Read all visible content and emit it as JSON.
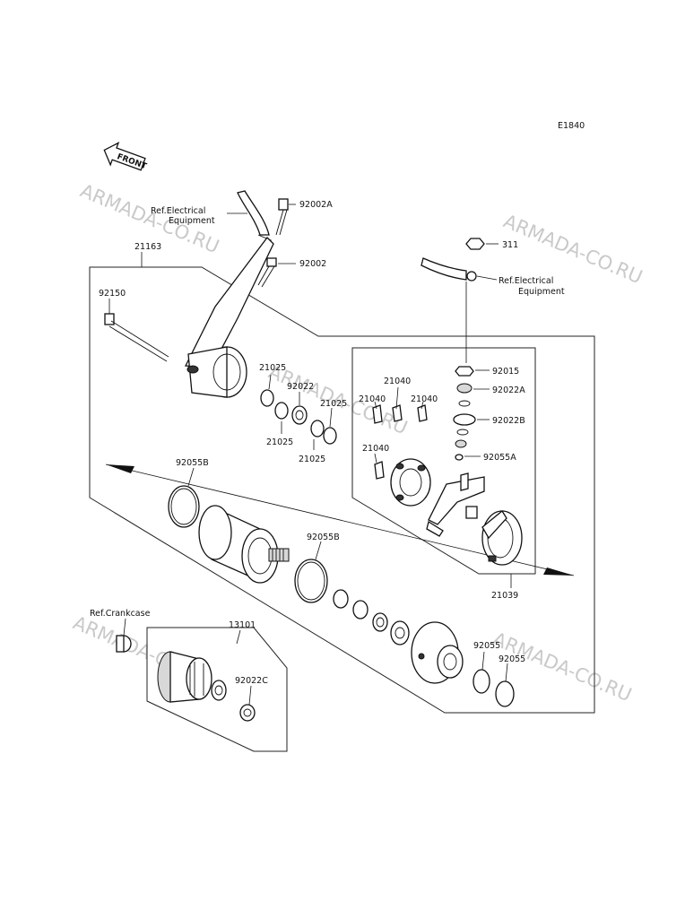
{
  "diagram": {
    "code": "E1840",
    "front_label": "FRONT",
    "watermark": "ARMADA-CO.RU",
    "labels": {
      "p21163": "21163",
      "p92002A": "92002A",
      "p92002": "92002",
      "p92150": "92150",
      "ref_elec_1a": "Ref.Electrical",
      "ref_elec_1b": "Equipment",
      "ref_elec_2a": "Ref.Electrical",
      "ref_elec_2b": "Equipment",
      "p311": "311",
      "p92015": "92015",
      "p92022A": "92022A",
      "p92022B": "92022B",
      "p92055A": "92055A",
      "p21040a": "21040",
      "p21040b": "21040",
      "p21040c": "21040",
      "p21040d": "21040",
      "p21025a": "21025",
      "p92022": "92022",
      "p21025b": "21025",
      "p21025c": "21025",
      "p21025d": "21025",
      "p92055Ba": "92055B",
      "p92055Bb": "92055B",
      "p21039": "21039",
      "ref_crankcase": "Ref.Crankcase",
      "p13101": "13101",
      "p92022C": "92022C",
      "p92055a": "92055",
      "p92055b": "92055"
    }
  }
}
